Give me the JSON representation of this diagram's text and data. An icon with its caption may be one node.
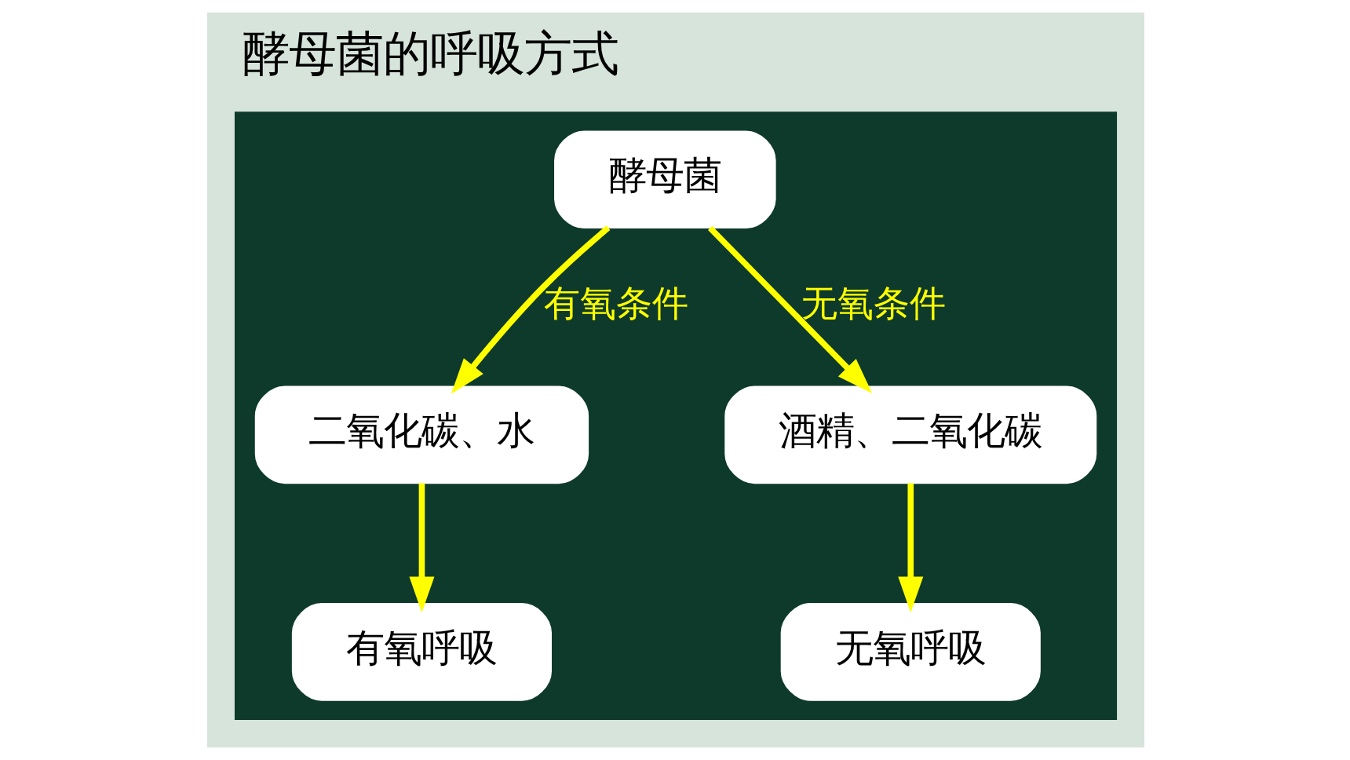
{
  "diagram": {
    "title": "酵母菌的呼吸方式",
    "nodes": [
      {
        "text": [],
        "shape": "box"
      },
      {
        "text": [
          "酵母菌"
        ],
        "in": 0
      },
      {
        "text": [
          "二氧化碳、水"
        ],
        "in": 0
      },
      {
        "text": [
          "酒精、二氧化碳"
        ],
        "in": 0
      },
      {
        "text": [
          "有氧呼吸"
        ],
        "in": 0
      },
      {
        "text": [
          "无氧呼吸"
        ],
        "in": 0
      }
    ],
    "edges": [
      {
        "from": 1,
        "to": 2,
        "arrow": "to",
        "label": "有氧条件"
      },
      {
        "from": 1,
        "to": 3,
        "arrow": "to",
        "label": "无氧条件"
      },
      {
        "from": 2,
        "to": 4,
        "arrow": "to"
      },
      {
        "from": 3,
        "to": 5,
        "arrow": "to"
      }
    ]
  }
}
